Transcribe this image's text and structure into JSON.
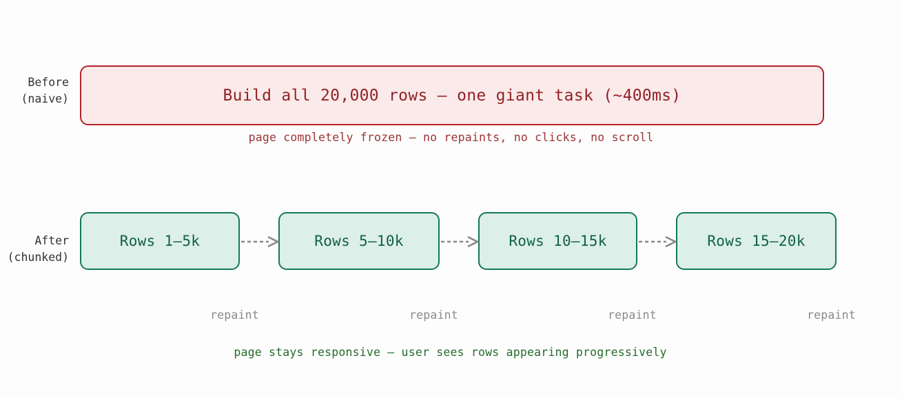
{
  "diagram": {
    "background_color": "#fdfdfd",
    "before": {
      "row_label": "Before\n(naive)",
      "banner_text": "Build all 20,000 rows — one giant task (~400ms)",
      "caption": "page completely frozen — no repaints, no clicks, no scroll",
      "border_color": "#b3242c",
      "fill_color": "#fbeaea",
      "text_color": "#912226",
      "caption_color": "#9b3336"
    },
    "after": {
      "row_label": "After\n(chunked)",
      "caption": "page stays responsive — user sees rows appearing progressively",
      "border_color": "#14775c",
      "fill_color": "#dcefe8",
      "text_color": "#12604a",
      "caption_color": "#256b2a",
      "chunks": [
        {
          "label": "Rows 1–5k",
          "repaint_label": "repaint"
        },
        {
          "label": "Rows 5–10k",
          "repaint_label": "repaint"
        },
        {
          "label": "Rows 10–15k",
          "repaint_label": "repaint"
        },
        {
          "label": "Rows 15–20k",
          "repaint_label": "repaint"
        }
      ],
      "arrow_color": "#888888",
      "arrow_style": "dashed"
    }
  }
}
